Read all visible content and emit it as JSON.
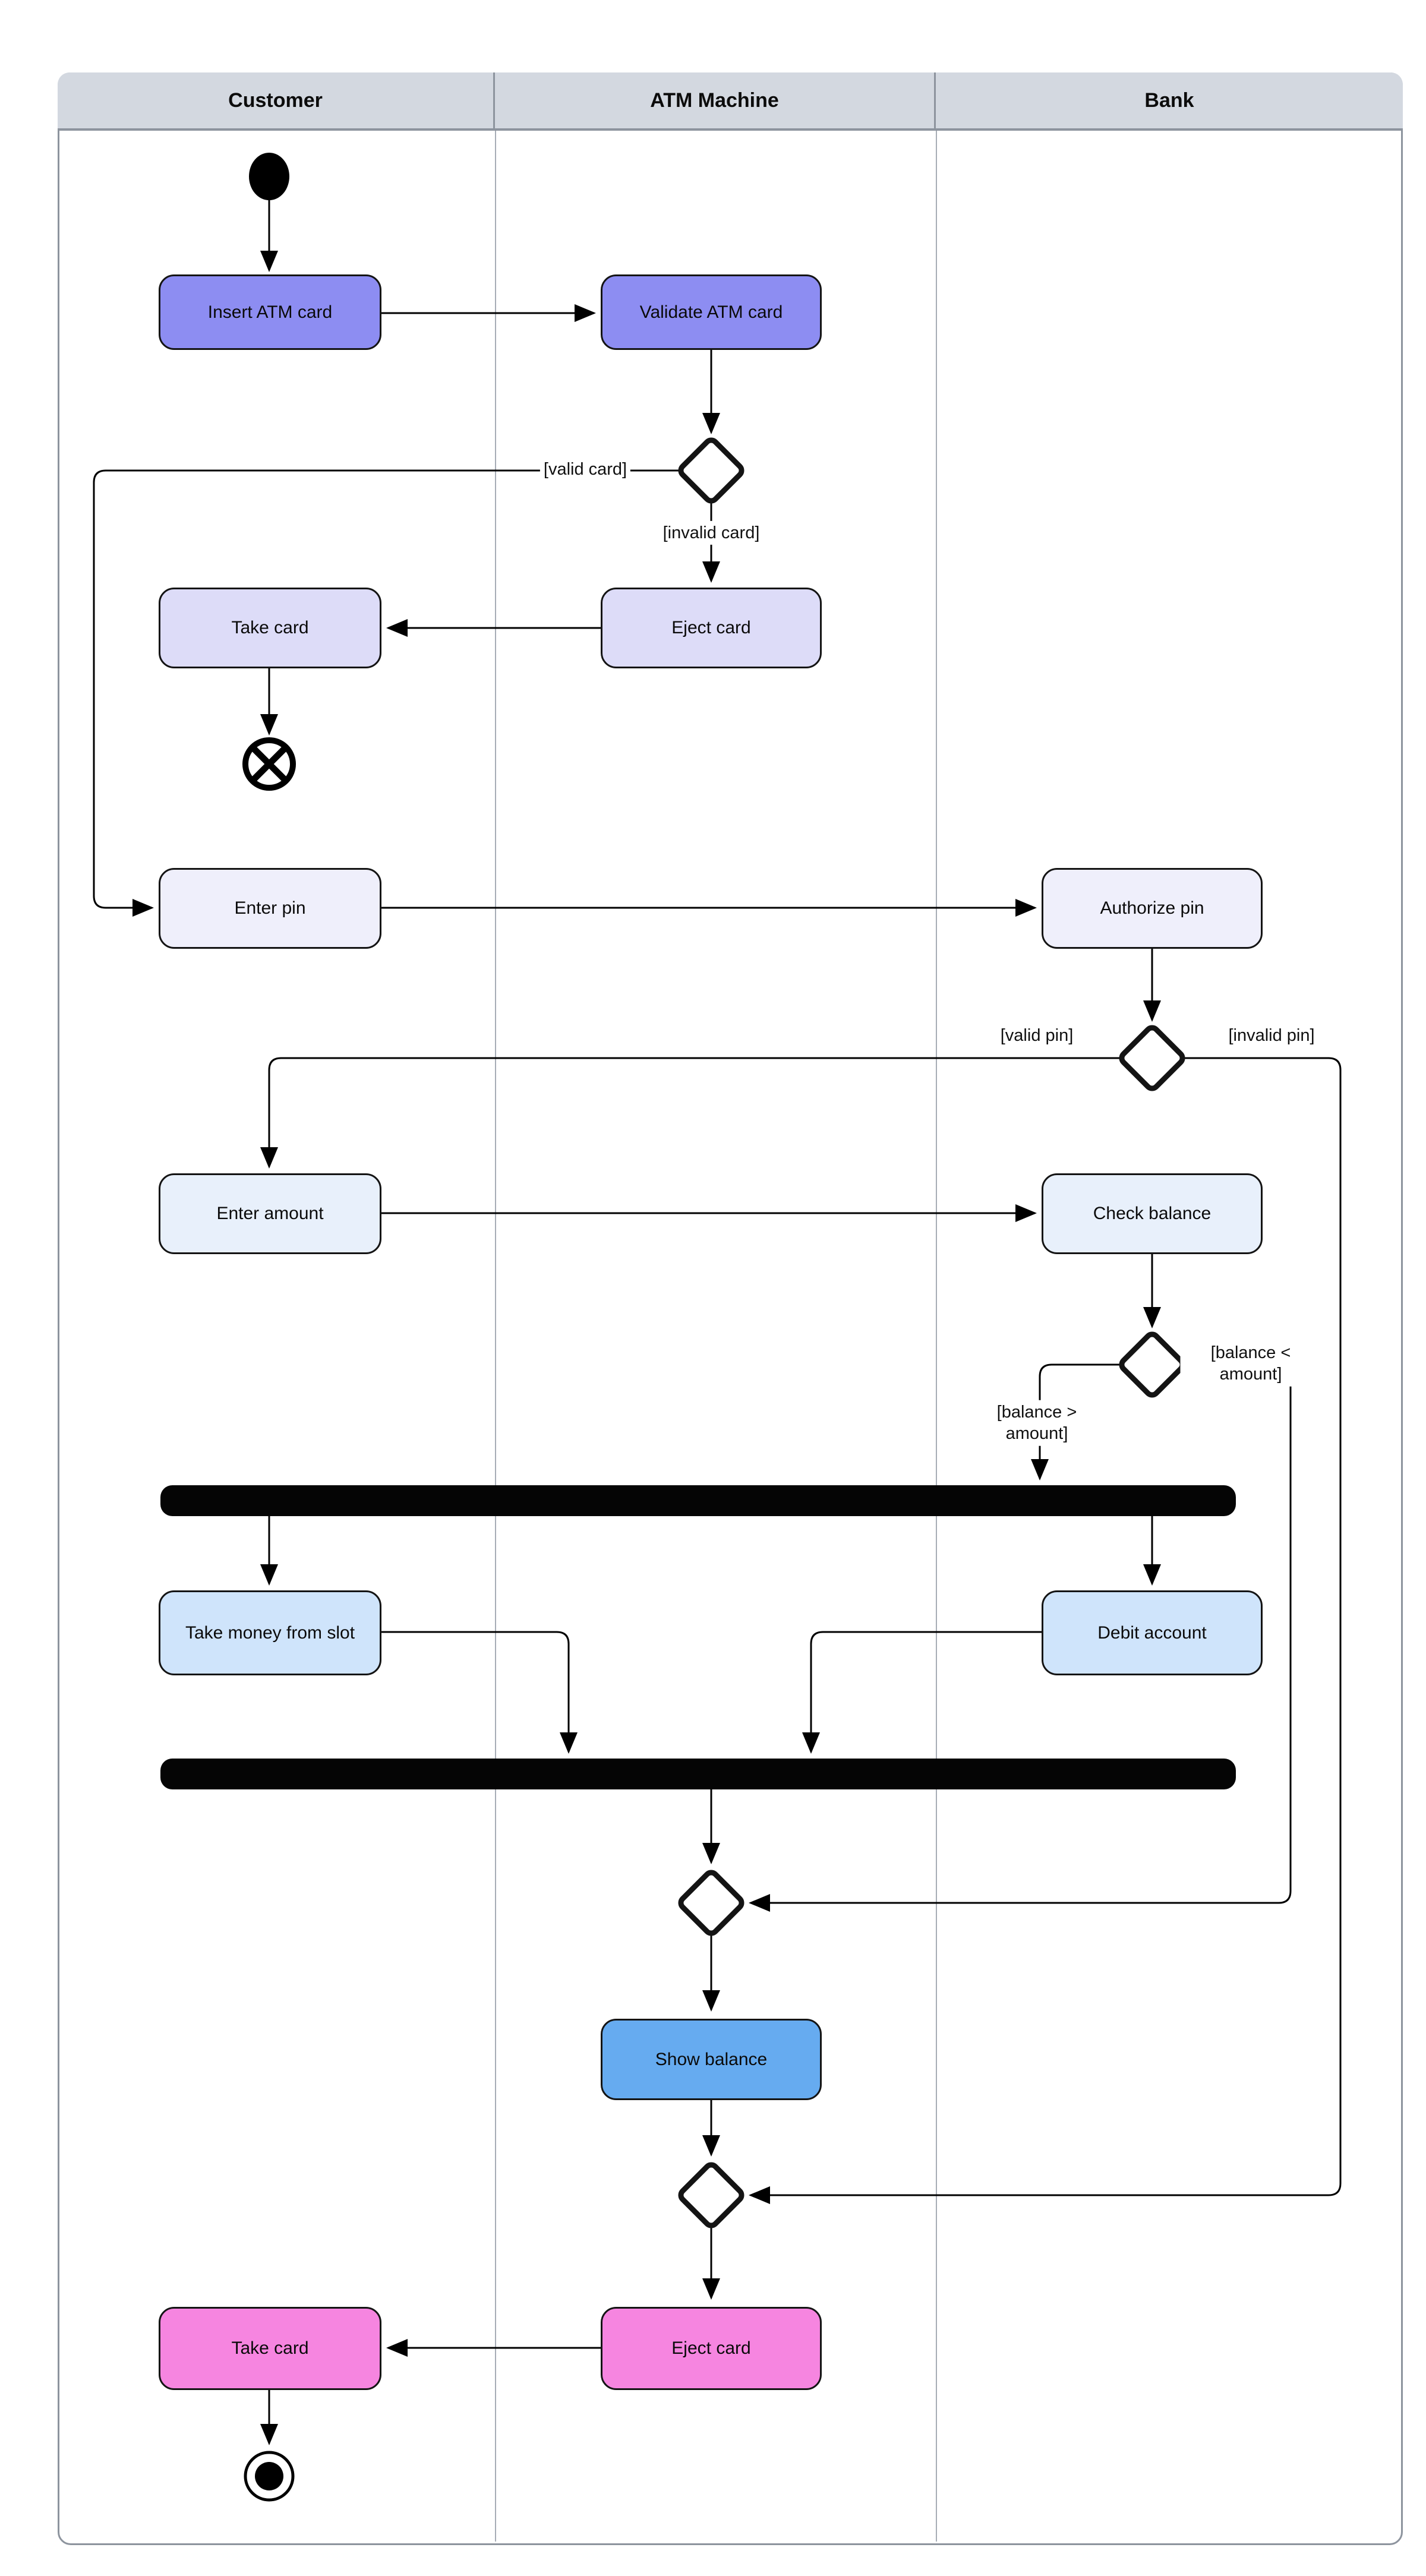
{
  "lanes": [
    {
      "label": "Customer"
    },
    {
      "label": "ATM Machine"
    },
    {
      "label": "Bank"
    }
  ],
  "nodes": {
    "insert_card": {
      "label": "Insert ATM card",
      "fill": "#8d8df2"
    },
    "validate_card": {
      "label": "Validate ATM card",
      "fill": "#8d8df2"
    },
    "eject_card_1": {
      "label": "Eject card",
      "fill": "#dddcf8"
    },
    "take_card_1": {
      "label": "Take card",
      "fill": "#dddcf8"
    },
    "enter_pin": {
      "label": "Enter pin",
      "fill": "#efeffb"
    },
    "authorize_pin": {
      "label": "Authorize pin",
      "fill": "#efeffb"
    },
    "enter_amount": {
      "label": "Enter amount",
      "fill": "#e8f0fb"
    },
    "check_balance": {
      "label": "Check balance",
      "fill": "#e8f0fb"
    },
    "take_money": {
      "label": "Take money from slot",
      "fill": "#cfe4fb"
    },
    "debit_account": {
      "label": "Debit account",
      "fill": "#cfe4fb"
    },
    "show_balance": {
      "label": "Show balance",
      "fill": "#66abf0"
    },
    "eject_card_2": {
      "label": "Eject card",
      "fill": "#f685e0"
    },
    "take_card_2": {
      "label": "Take card",
      "fill": "#f685e0"
    }
  },
  "guards": {
    "valid_card": "[valid card]",
    "invalid_card": "[invalid card]",
    "valid_pin": "[valid pin]",
    "invalid_pin": "[invalid pin]",
    "balance_gt": "[balance > amount]",
    "balance_lt": "[balance < amount]"
  },
  "colors": {
    "header_fill": "#d3d8e0",
    "frame_border": "#8d949e",
    "lane_divider": "#a7adb6",
    "activity_purple": "#8d8df2",
    "activity_lavender": "#dddcf8",
    "activity_pale": "#efeffb",
    "activity_paleblue": "#e8f0fb",
    "activity_lightblue": "#cfe4fb",
    "activity_blue": "#66abf0",
    "activity_pink": "#f685e0",
    "edge": "#000000"
  }
}
